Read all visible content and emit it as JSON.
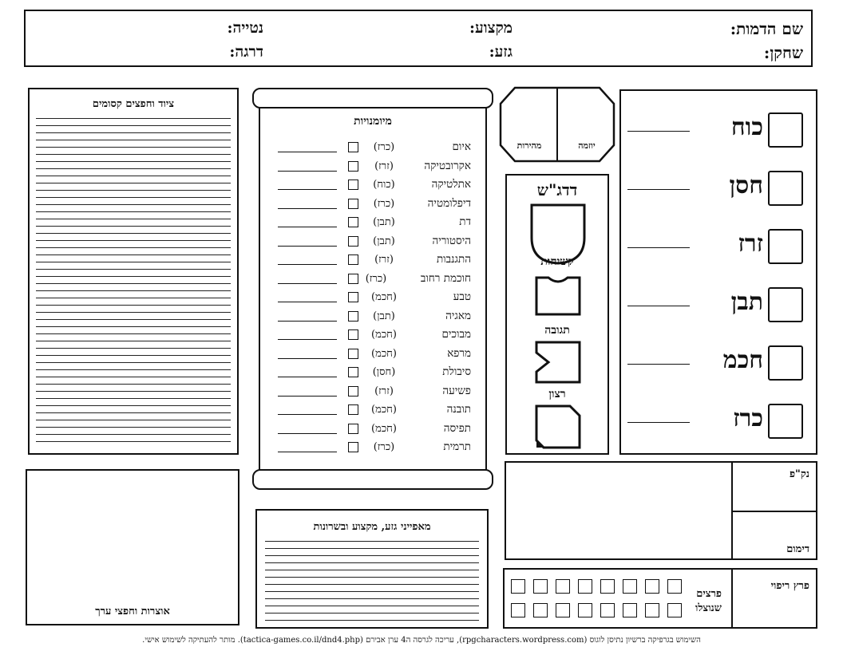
{
  "header": {
    "character_name": "שם הדמות:",
    "player": "שחקן:",
    "class": "מקצוע:",
    "race": "גזע:",
    "alignment": "נטייה:",
    "level": "דרגה:"
  },
  "equipment": {
    "title": "ציוד וחפצים קסומים"
  },
  "treasure": {
    "title": "אוצרות וחפצי ערך"
  },
  "skills": {
    "title": "מיומנויות",
    "items": [
      {
        "name": "איום",
        "attr": "(כרז)"
      },
      {
        "name": "אקרובטיקה",
        "attr": "(זרז)"
      },
      {
        "name": "אתלטיקה",
        "attr": "(כוח)"
      },
      {
        "name": "דיפלומטיה",
        "attr": "(כרז)"
      },
      {
        "name": "דת",
        "attr": "(תבן)"
      },
      {
        "name": "היסטוריה",
        "attr": "(תבן)"
      },
      {
        "name": "התגנבות",
        "attr": "(זרז)"
      },
      {
        "name": "חוכמת רחוב",
        "attr": "(כרז)"
      },
      {
        "name": "טבע",
        "attr": "(חכמ)"
      },
      {
        "name": "מאגיה",
        "attr": "(תבן)"
      },
      {
        "name": "מבוכים",
        "attr": "(חכמ)"
      },
      {
        "name": "מרפא",
        "attr": "(חכמ)"
      },
      {
        "name": "סיבולת",
        "attr": "(חסן)"
      },
      {
        "name": "פשיעה",
        "attr": "(זרז)"
      },
      {
        "name": "תובנה",
        "attr": "(חכמ)"
      },
      {
        "name": "תפיסה",
        "attr": "(חכמ)"
      },
      {
        "name": "תרמית",
        "attr": "(כרז)"
      }
    ]
  },
  "racial": {
    "title": "מאפייני גזע, מקצוע ובשרונות"
  },
  "initiative": {
    "init_label": "יוזמה",
    "speed_label": "מהירות"
  },
  "defenses": {
    "title": "דדג\"ש",
    "fortitude": "קשיחות",
    "reflex": "תגובה",
    "will": "רצון"
  },
  "abilities": [
    {
      "name": "כוח"
    },
    {
      "name": "חסן"
    },
    {
      "name": "זרז"
    },
    {
      "name": "תבן"
    },
    {
      "name": "חכמ"
    },
    {
      "name": "כרז"
    }
  ],
  "hp": {
    "hp_label": "נק\"פ",
    "bloodied_label": "דימום"
  },
  "surges": {
    "used_line1": "פרצים",
    "used_line2": "שנוצלו",
    "value_label": "פרץ ריפוי"
  },
  "footer": {
    "text": "השימוש בגרפיקה ברשיון נתיסן לוגוס (rpgcharacters.wordpress.com), עריכה לגרסה ה4 ערן אבירם (tactica-games.co.il/dnd4.php). מותר להעתיקה לשימוש אישי."
  }
}
